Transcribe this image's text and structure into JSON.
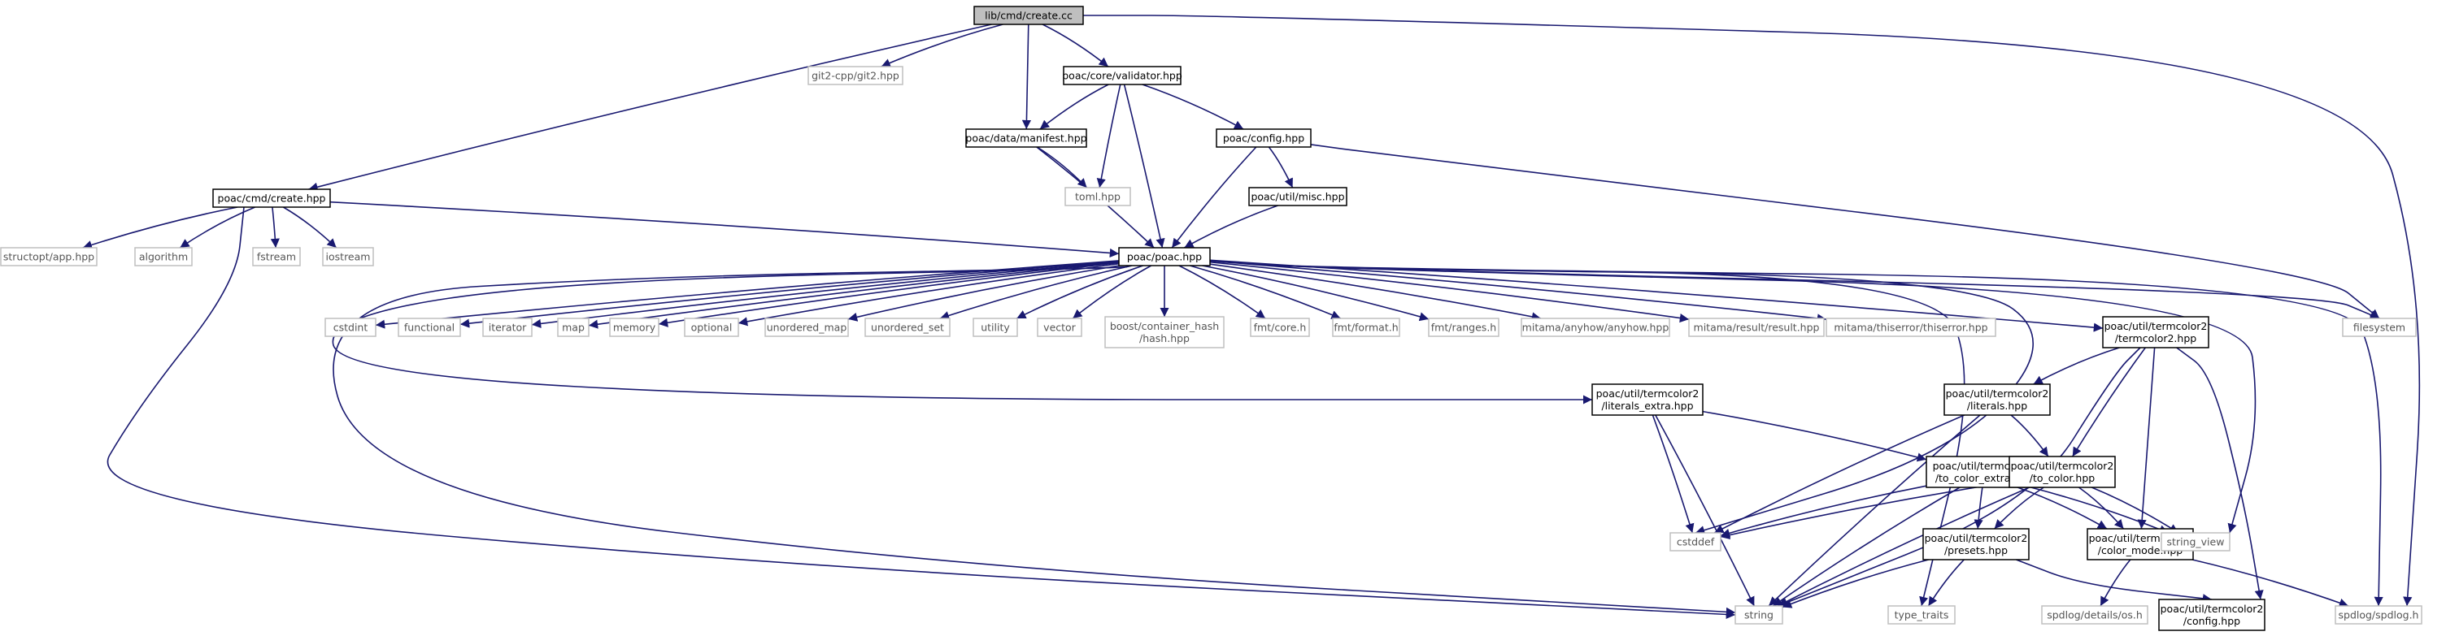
{
  "title": "",
  "colors": {
    "edge": "#191970",
    "local_border": "#000000",
    "external_border": "#bfbfbf",
    "root_fill": "#bfbfbf"
  },
  "nodes": [
    {
      "id": "root",
      "lines": [
        "lib/cmd/create.cc"
      ],
      "kind": "root"
    },
    {
      "id": "git2",
      "lines": [
        "git2-cpp/git2.hpp"
      ],
      "kind": "ext"
    },
    {
      "id": "validator",
      "lines": [
        "poac/core/validator.hpp"
      ],
      "kind": "local"
    },
    {
      "id": "manifest",
      "lines": [
        "poac/data/manifest.hpp"
      ],
      "kind": "local"
    },
    {
      "id": "config",
      "lines": [
        "poac/config.hpp"
      ],
      "kind": "local"
    },
    {
      "id": "toml",
      "lines": [
        "toml.hpp"
      ],
      "kind": "ext"
    },
    {
      "id": "misc",
      "lines": [
        "poac/util/misc.hpp"
      ],
      "kind": "local"
    },
    {
      "id": "createhpp",
      "lines": [
        "poac/cmd/create.hpp"
      ],
      "kind": "local"
    },
    {
      "id": "structopt",
      "lines": [
        "structopt/app.hpp"
      ],
      "kind": "ext"
    },
    {
      "id": "algorithm",
      "lines": [
        "algorithm"
      ],
      "kind": "ext"
    },
    {
      "id": "fstream",
      "lines": [
        "fstream"
      ],
      "kind": "ext"
    },
    {
      "id": "iostream",
      "lines": [
        "iostream"
      ],
      "kind": "ext"
    },
    {
      "id": "poachpp",
      "lines": [
        "poac/poac.hpp"
      ],
      "kind": "local"
    },
    {
      "id": "cstdint",
      "lines": [
        "cstdint"
      ],
      "kind": "ext"
    },
    {
      "id": "functional",
      "lines": [
        "functional"
      ],
      "kind": "ext"
    },
    {
      "id": "iterator",
      "lines": [
        "iterator"
      ],
      "kind": "ext"
    },
    {
      "id": "map",
      "lines": [
        "map"
      ],
      "kind": "ext"
    },
    {
      "id": "memory",
      "lines": [
        "memory"
      ],
      "kind": "ext"
    },
    {
      "id": "optional",
      "lines": [
        "optional"
      ],
      "kind": "ext"
    },
    {
      "id": "unordered_map",
      "lines": [
        "unordered_map"
      ],
      "kind": "ext"
    },
    {
      "id": "unordered_set",
      "lines": [
        "unordered_set"
      ],
      "kind": "ext"
    },
    {
      "id": "utility",
      "lines": [
        "utility"
      ],
      "kind": "ext"
    },
    {
      "id": "vector",
      "lines": [
        "vector"
      ],
      "kind": "ext"
    },
    {
      "id": "boosthash",
      "lines": [
        "boost/container_hash",
        "/hash.hpp"
      ],
      "kind": "ext"
    },
    {
      "id": "fmtcore",
      "lines": [
        "fmt/core.h"
      ],
      "kind": "ext"
    },
    {
      "id": "fmtformat",
      "lines": [
        "fmt/format.h"
      ],
      "kind": "ext"
    },
    {
      "id": "fmtranges",
      "lines": [
        "fmt/ranges.h"
      ],
      "kind": "ext"
    },
    {
      "id": "anyhow",
      "lines": [
        "mitama/anyhow/anyhow.hpp"
      ],
      "kind": "ext"
    },
    {
      "id": "result",
      "lines": [
        "mitama/result/result.hpp"
      ],
      "kind": "ext"
    },
    {
      "id": "thiserror",
      "lines": [
        "mitama/thiserror/thiserror.hpp"
      ],
      "kind": "ext"
    },
    {
      "id": "tc2",
      "lines": [
        "poac/util/termcolor2",
        "/termcolor2.hpp"
      ],
      "kind": "local"
    },
    {
      "id": "filesystem",
      "lines": [
        "filesystem"
      ],
      "kind": "ext"
    },
    {
      "id": "litextra",
      "lines": [
        "poac/util/termcolor2",
        "/literals_extra.hpp"
      ],
      "kind": "local"
    },
    {
      "id": "literals",
      "lines": [
        "poac/util/termcolor2",
        "/literals.hpp"
      ],
      "kind": "local"
    },
    {
      "id": "tocolorextra",
      "lines": [
        "poac/util/termcolor2",
        "/to_color_extra.hpp"
      ],
      "kind": "local"
    },
    {
      "id": "tocolor",
      "lines": [
        "poac/util/termcolor2",
        "/to_color.hpp"
      ],
      "kind": "local"
    },
    {
      "id": "cstddef",
      "lines": [
        "cstddef"
      ],
      "kind": "ext"
    },
    {
      "id": "presets",
      "lines": [
        "poac/util/termcolor2",
        "/presets.hpp"
      ],
      "kind": "local"
    },
    {
      "id": "colormode",
      "lines": [
        "poac/util/termcolor2",
        "/color_mode.hpp"
      ],
      "kind": "local"
    },
    {
      "id": "string_view",
      "lines": [
        "string_view"
      ],
      "kind": "ext"
    },
    {
      "id": "string",
      "lines": [
        "string"
      ],
      "kind": "ext"
    },
    {
      "id": "type_traits",
      "lines": [
        "type_traits"
      ],
      "kind": "ext"
    },
    {
      "id": "osh",
      "lines": [
        "spdlog/details/os.h"
      ],
      "kind": "ext"
    },
    {
      "id": "tcconfig",
      "lines": [
        "poac/util/termcolor2",
        "/config.hpp"
      ],
      "kind": "local"
    },
    {
      "id": "spdlog",
      "lines": [
        "spdlog/spdlog.h"
      ],
      "kind": "ext"
    }
  ],
  "edges": [
    [
      "root",
      "git2"
    ],
    [
      "root",
      "validator"
    ],
    [
      "root",
      "manifest"
    ],
    [
      "root",
      "createhpp"
    ],
    [
      "root",
      "spdlog"
    ],
    [
      "validator",
      "manifest"
    ],
    [
      "validator",
      "toml"
    ],
    [
      "validator",
      "poachpp"
    ],
    [
      "validator",
      "config"
    ],
    [
      "manifest",
      "toml"
    ],
    [
      "manifest",
      "poachpp"
    ],
    [
      "config",
      "misc"
    ],
    [
      "config",
      "poachpp"
    ],
    [
      "config",
      "filesystem"
    ],
    [
      "misc",
      "poachpp"
    ],
    [
      "createhpp",
      "structopt"
    ],
    [
      "createhpp",
      "algorithm"
    ],
    [
      "createhpp",
      "fstream"
    ],
    [
      "createhpp",
      "iostream"
    ],
    [
      "createhpp",
      "poachpp"
    ],
    [
      "createhpp",
      "string"
    ],
    [
      "poachpp",
      "cstdint"
    ],
    [
      "poachpp",
      "functional"
    ],
    [
      "poachpp",
      "iterator"
    ],
    [
      "poachpp",
      "map"
    ],
    [
      "poachpp",
      "memory"
    ],
    [
      "poachpp",
      "optional"
    ],
    [
      "poachpp",
      "unordered_map"
    ],
    [
      "poachpp",
      "unordered_set"
    ],
    [
      "poachpp",
      "utility"
    ],
    [
      "poachpp",
      "vector"
    ],
    [
      "poachpp",
      "boosthash"
    ],
    [
      "poachpp",
      "fmtcore"
    ],
    [
      "poachpp",
      "fmtformat"
    ],
    [
      "poachpp",
      "fmtranges"
    ],
    [
      "poachpp",
      "anyhow"
    ],
    [
      "poachpp",
      "result"
    ],
    [
      "poachpp",
      "thiserror"
    ],
    [
      "poachpp",
      "tc2"
    ],
    [
      "poachpp",
      "filesystem"
    ],
    [
      "poachpp",
      "litextra"
    ],
    [
      "poachpp",
      "string"
    ],
    [
      "poachpp",
      "cstddef"
    ],
    [
      "poachpp",
      "type_traits"
    ],
    [
      "poachpp",
      "string_view"
    ],
    [
      "poachpp",
      "spdlog"
    ],
    [
      "tc2",
      "literals"
    ],
    [
      "tc2",
      "tocolor"
    ],
    [
      "tc2",
      "colormode"
    ],
    [
      "tc2",
      "tcconfig"
    ],
    [
      "tc2",
      "string"
    ],
    [
      "litextra",
      "tocolorextra"
    ],
    [
      "litextra",
      "cstddef"
    ],
    [
      "litextra",
      "string"
    ],
    [
      "literals",
      "tocolor"
    ],
    [
      "literals",
      "cstddef"
    ],
    [
      "literals",
      "string"
    ],
    [
      "tocolorextra",
      "presets"
    ],
    [
      "tocolorextra",
      "colormode"
    ],
    [
      "tocolorextra",
      "cstddef"
    ],
    [
      "tocolorextra",
      "string"
    ],
    [
      "tocolorextra",
      "string_view"
    ],
    [
      "tocolor",
      "presets"
    ],
    [
      "tocolor",
      "colormode"
    ],
    [
      "tocolor",
      "cstddef"
    ],
    [
      "tocolor",
      "string"
    ],
    [
      "tocolor",
      "string_view"
    ],
    [
      "presets",
      "string"
    ],
    [
      "presets",
      "type_traits"
    ],
    [
      "presets",
      "tcconfig"
    ],
    [
      "colormode",
      "osh"
    ],
    [
      "colormode",
      "spdlog"
    ]
  ]
}
